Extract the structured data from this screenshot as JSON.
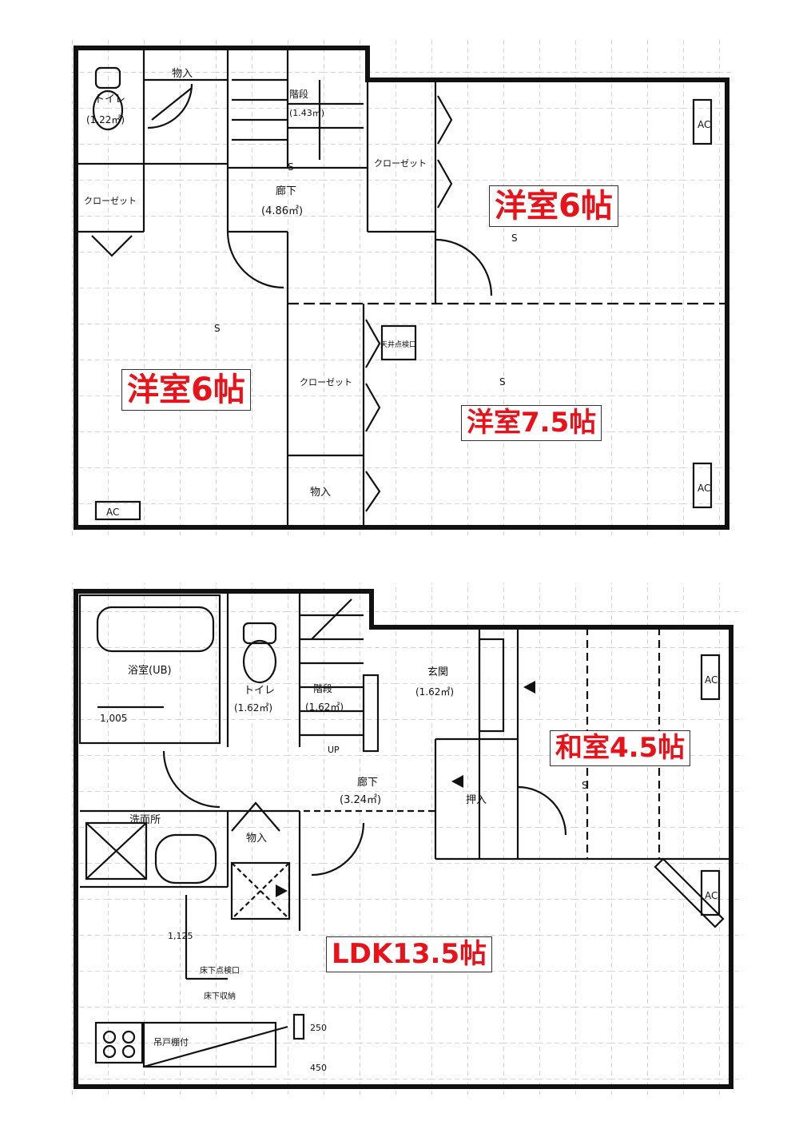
{
  "upper_floor": {
    "room_labels": {
      "western_ne": "洋室6帖",
      "western_w": "洋室6帖",
      "western_se": "洋室7.5帖"
    },
    "annotations": {
      "storage_top": "物入",
      "toilet": "トイレ",
      "toilet_area": "(1.22㎡)",
      "closet_w": "クローゼット",
      "closet_ne": "クローゼット",
      "closet_mid": "クローゼット",
      "corridor": "廊下",
      "corridor_area": "(4.86㎡)",
      "stairs": "階段",
      "stairs_area": "(1.43㎡)",
      "ceiling_hatch": "天井点検口",
      "storage_bottom": "物入",
      "ac_left": "AC",
      "ac_right_top": "AC",
      "ac_right_bottom": "AC"
    }
  },
  "lower_floor": {
    "room_labels": {
      "japanese": "和室4.5帖",
      "ldk": "LDK13.5帖"
    },
    "annotations": {
      "bath": "浴室(UB)",
      "bath_dim": "1,005",
      "toilet": "トイレ",
      "toilet_area": "(1.62㎡)",
      "stairs": "階段",
      "stairs_area": "(1.62㎡)",
      "entrance": "玄関",
      "entrance_area": "(1.62㎡)",
      "corridor": "廊下",
      "corridor_area": "(3.24㎡)",
      "oshiire": "押入",
      "washroom": "洗面所",
      "storage": "物入",
      "underfloor_hatch": "床下点検口",
      "underfloor_storage": "床下収納",
      "dim_1125": "1,125",
      "cupboard": "吊戸棚付",
      "dim_450": "450",
      "dim_250": "250",
      "up": "UP",
      "ac_right_top": "AC",
      "ac_right_bottom": "AC"
    }
  }
}
